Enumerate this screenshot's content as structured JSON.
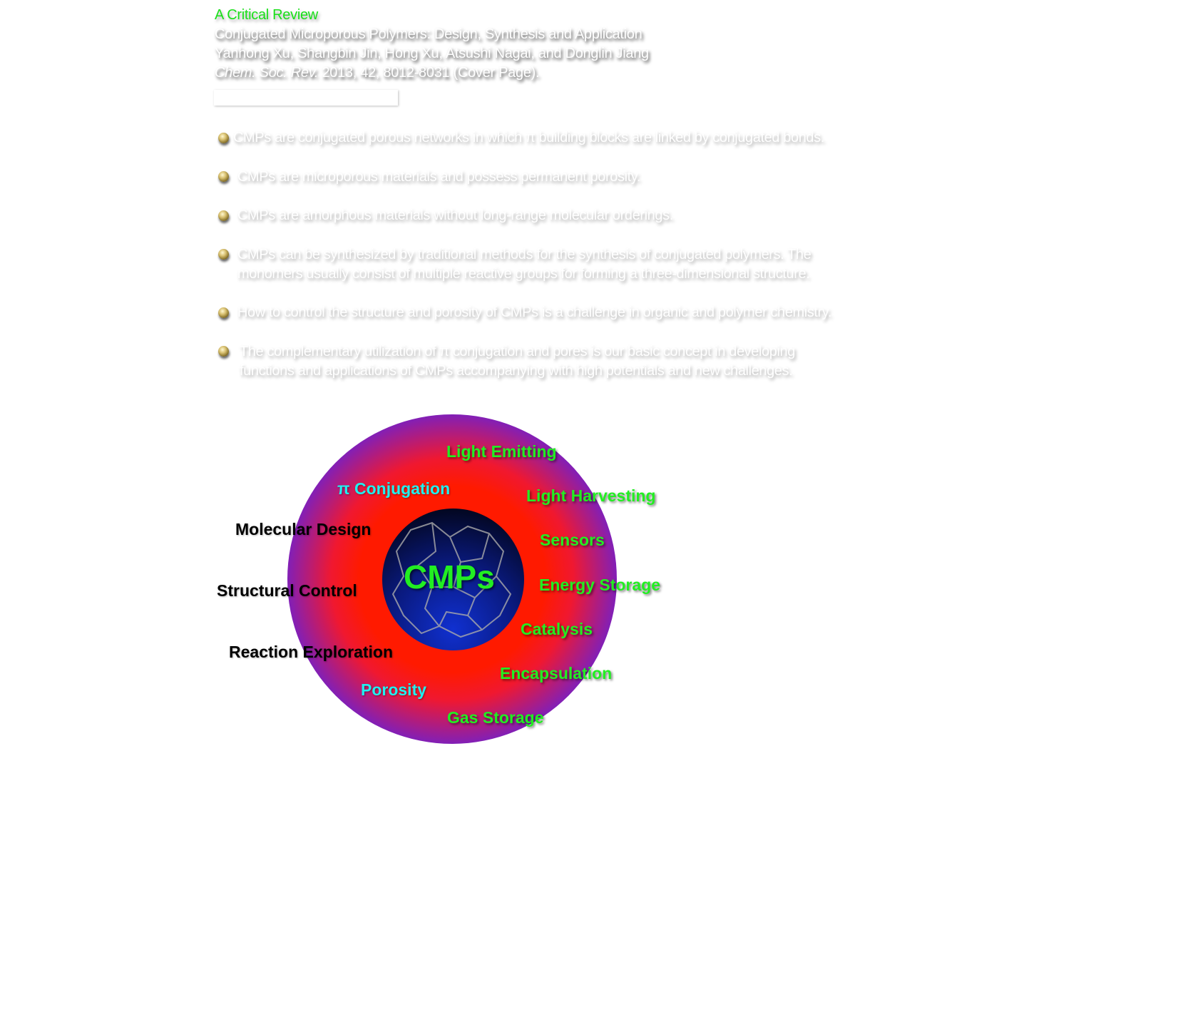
{
  "header": {
    "section": "A Critical Review",
    "title": "Conjugated Microporous Polymers: Design, Synthesis and Application",
    "authors": "Yanhong Xu, Shangbin Jin, Hong Xu, Atsushi Nagai, and Donglin Jiang",
    "journal": "Chem. Soc. Rev.",
    "citation": " 2013, 42, 8012-8031 (Cover Page)."
  },
  "bullets": [
    "CMPs are conjugated porous networks in which π building blocks are linked by conjugated bonds.",
    "CMPs are microporous materials and possess permanent porosity.",
    "CMPs are amorphous materials without long-range molecular orderings.",
    "CMPs can be synthesized by traditional methods for the synthesis of conjugated polymers. The monomers usually consist of multiple reactive groups for forming a three-dimensional structure.",
    "How to control the structure and porosity of CMPs is a challenge in organic and polymer chemistry.",
    "The complementary utilization of π conjugation and pores is our basic concept in developing functions and applications of CMPs accompanying with high potentials and new challenges."
  ],
  "diagram": {
    "center": "CMPs",
    "properties": [
      "π Conjugation",
      "Porosity"
    ],
    "design": [
      "Molecular Design",
      "Structural Control",
      "Reaction Exploration"
    ],
    "applications": [
      "Light Emitting",
      "Light Harvesting",
      "Sensors",
      "Energy Storage",
      "Catalysis",
      "Encapsulation",
      "Gas Storage"
    ],
    "colors": {
      "applications": "#22ee22",
      "properties": "#20f0f0",
      "design": "#000000",
      "outer_ring": "#1a30ff",
      "middle_ring": "#ff1a00"
    }
  }
}
